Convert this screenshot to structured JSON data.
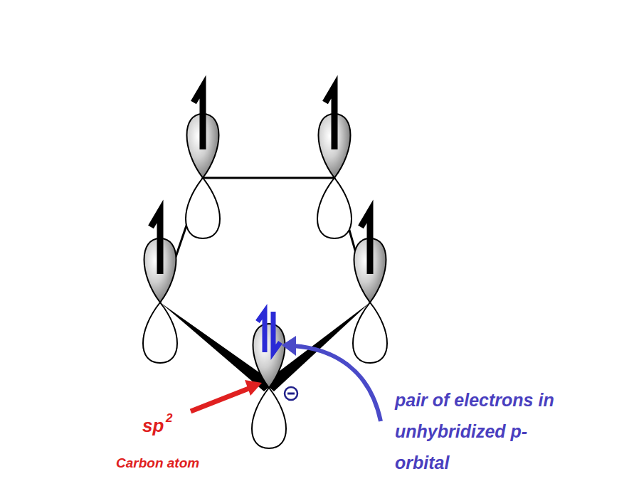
{
  "diagram": {
    "labels": [
      "sp",
      "2",
      "Carbon atom",
      "pair of electrons in unhybridized p-orbital"
    ]
  }
}
